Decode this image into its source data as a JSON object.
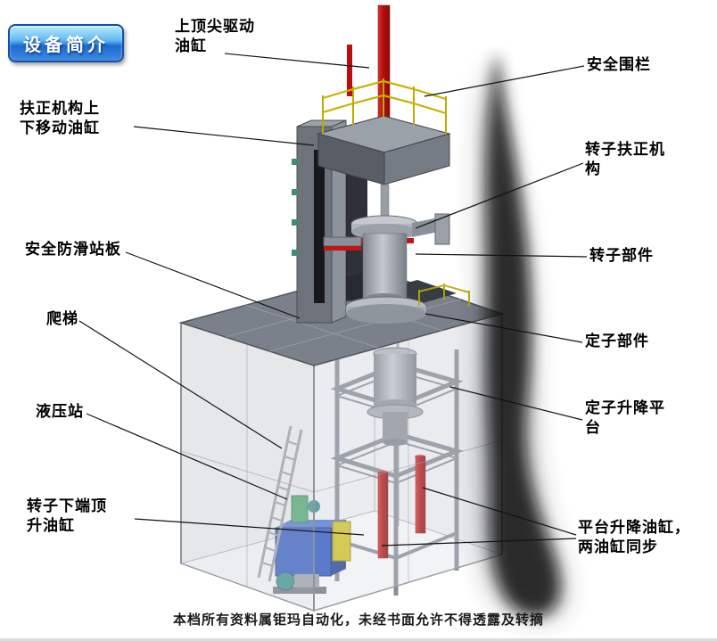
{
  "badge": {
    "label": "设备简介"
  },
  "callouts": {
    "top_drive_cylinder": "上顶尖驱动油缸",
    "safety_fence": "安全围栏",
    "centering_move_cylinder": "扶正机构上下移动油缸",
    "rotor_centering_mechanism": "转子扶正机构",
    "antislip_platform": "安全防滑站板",
    "rotor_component": "转子部件",
    "ladder": "爬梯",
    "stator_component": "定子部件",
    "hydraulic_station": "液压站",
    "stator_lift_platform": "定子升降平台",
    "rotor_bottom_jack_cylinder": "转子下端顶升油缸",
    "platform_lift_cylinders": "平台升降油缸，两油缸同步"
  },
  "footer": {
    "text": "本档所有资料属钜玛自动化，未经书面允许不得透露及转摘"
  },
  "colors": {
    "accent_red": "#c41414",
    "rail_yellow": "#c4b400",
    "hydraulic_blue": "#2653c4",
    "structure_gray": "#7b818b",
    "badge_blue": "#1a6ad0"
  }
}
